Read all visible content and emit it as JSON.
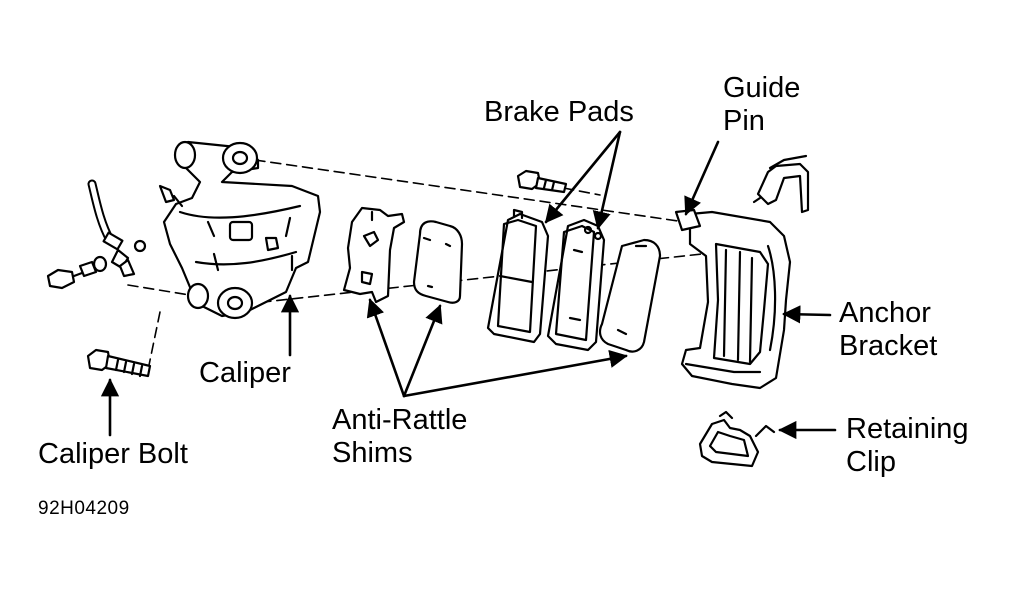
{
  "figure_code": "92H04209",
  "labels": {
    "brake_pads": "Brake Pads",
    "guide_pin": [
      "Guide",
      "Pin"
    ],
    "anchor_bracket": [
      "Anchor",
      "Bracket"
    ],
    "caliper": "Caliper",
    "caliper_bolt": "Caliper Bolt",
    "anti_rattle_shims": [
      "Anti-Rattle",
      "Shims"
    ],
    "retaining_clip": [
      "Retaining",
      "Clip"
    ]
  },
  "colors": {
    "ink": "#000000",
    "paper": "#ffffff"
  }
}
